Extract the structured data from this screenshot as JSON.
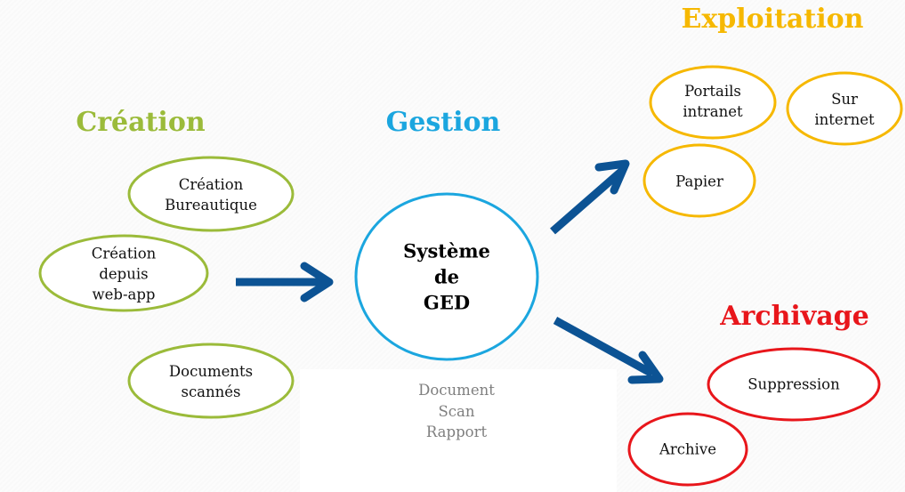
{
  "colors": {
    "creation": "#9bbb3a",
    "gestion": "#1ba6df",
    "exploitation": "#f6b800",
    "archivage": "#e8161b",
    "arrow": "#0c5394"
  },
  "sections": {
    "creation": {
      "title": "Création",
      "nodes": [
        {
          "label": "Création\nBureautique"
        },
        {
          "label": "Création\ndepuis\nweb-app"
        },
        {
          "label": "Documents\nscannés"
        }
      ]
    },
    "gestion": {
      "title": "Gestion",
      "center_node": {
        "label": "Système\nde\nGED"
      },
      "subtitle": "Document\nScan\nRapport"
    },
    "exploitation": {
      "title": "Exploitation",
      "nodes": [
        {
          "label": "Portails\nintranet"
        },
        {
          "label": "Sur\ninternet"
        },
        {
          "label": "Papier"
        }
      ]
    },
    "archivage": {
      "title": "Archivage",
      "nodes": [
        {
          "label": "Suppression"
        },
        {
          "label": "Archive"
        }
      ]
    }
  },
  "arrows": [
    {
      "from": "creation",
      "to": "gestion"
    },
    {
      "from": "gestion",
      "to": "exploitation"
    },
    {
      "from": "gestion",
      "to": "archivage"
    }
  ]
}
